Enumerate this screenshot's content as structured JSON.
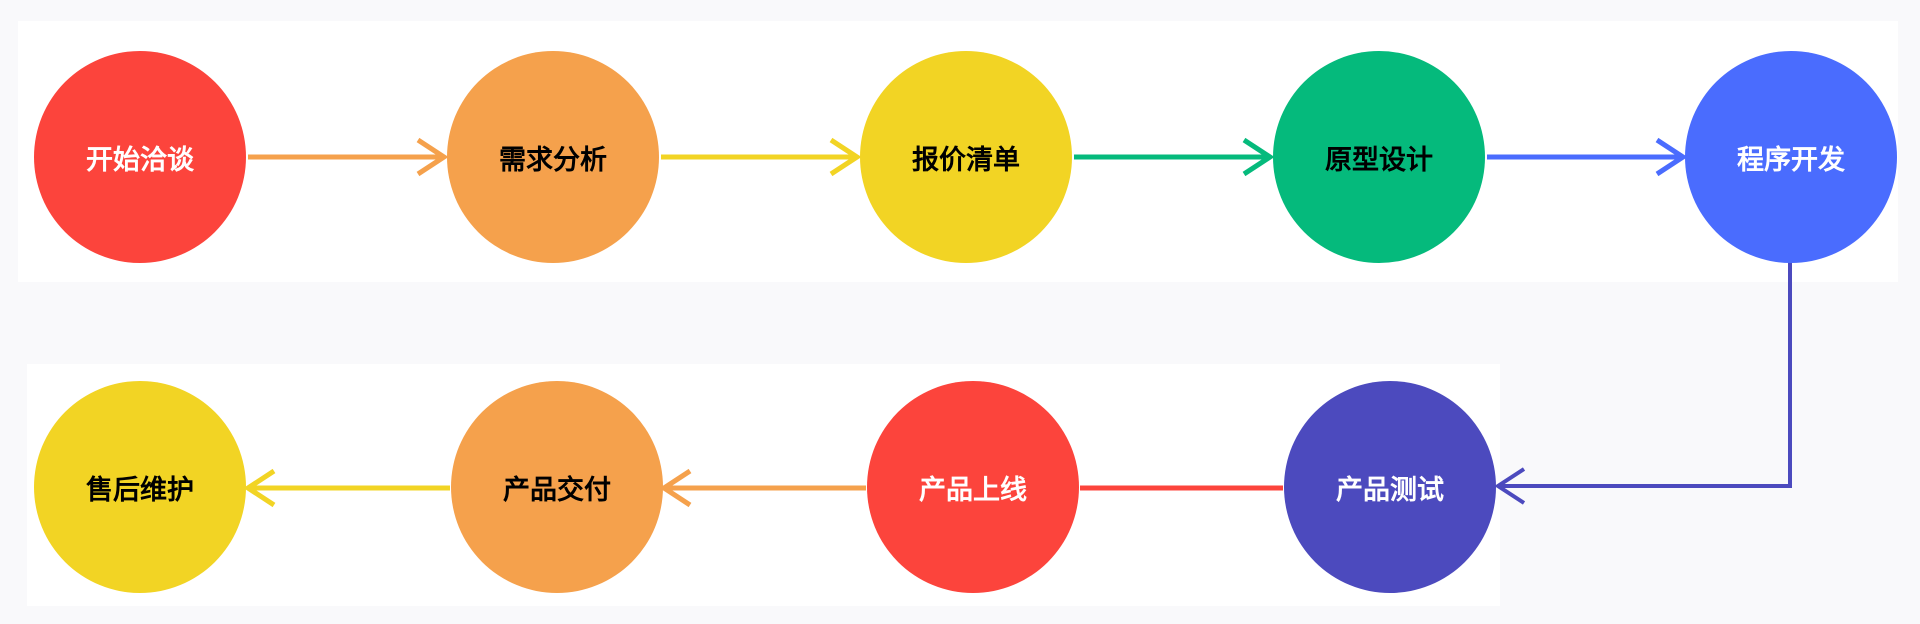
{
  "colors": {
    "red": "#fc443c",
    "orange": "#f5a14c",
    "yellow": "#f2d424",
    "green": "#05ba7c",
    "blue": "#4a6cfe",
    "indigo": "#4c4abe"
  },
  "nodes": [
    {
      "label": "开始洽谈",
      "color": "#fc443c",
      "text": "#ffffff"
    },
    {
      "label": "需求分析",
      "color": "#f5a14c",
      "text": "#000000"
    },
    {
      "label": "报价清单",
      "color": "#f2d424",
      "text": "#000000"
    },
    {
      "label": "原型设计",
      "color": "#05ba7c",
      "text": "#000000"
    },
    {
      "label": "程序开发",
      "color": "#4a6cfe",
      "text": "#ffffff"
    },
    {
      "label": "产品测试",
      "color": "#4c4abe",
      "text": "#ffffff"
    },
    {
      "label": "产品上线",
      "color": "#fc443c",
      "text": "#ffffff"
    },
    {
      "label": "产品交付",
      "color": "#f5a14c",
      "text": "#000000"
    },
    {
      "label": "售后维护",
      "color": "#f2d424",
      "text": "#000000"
    }
  ]
}
